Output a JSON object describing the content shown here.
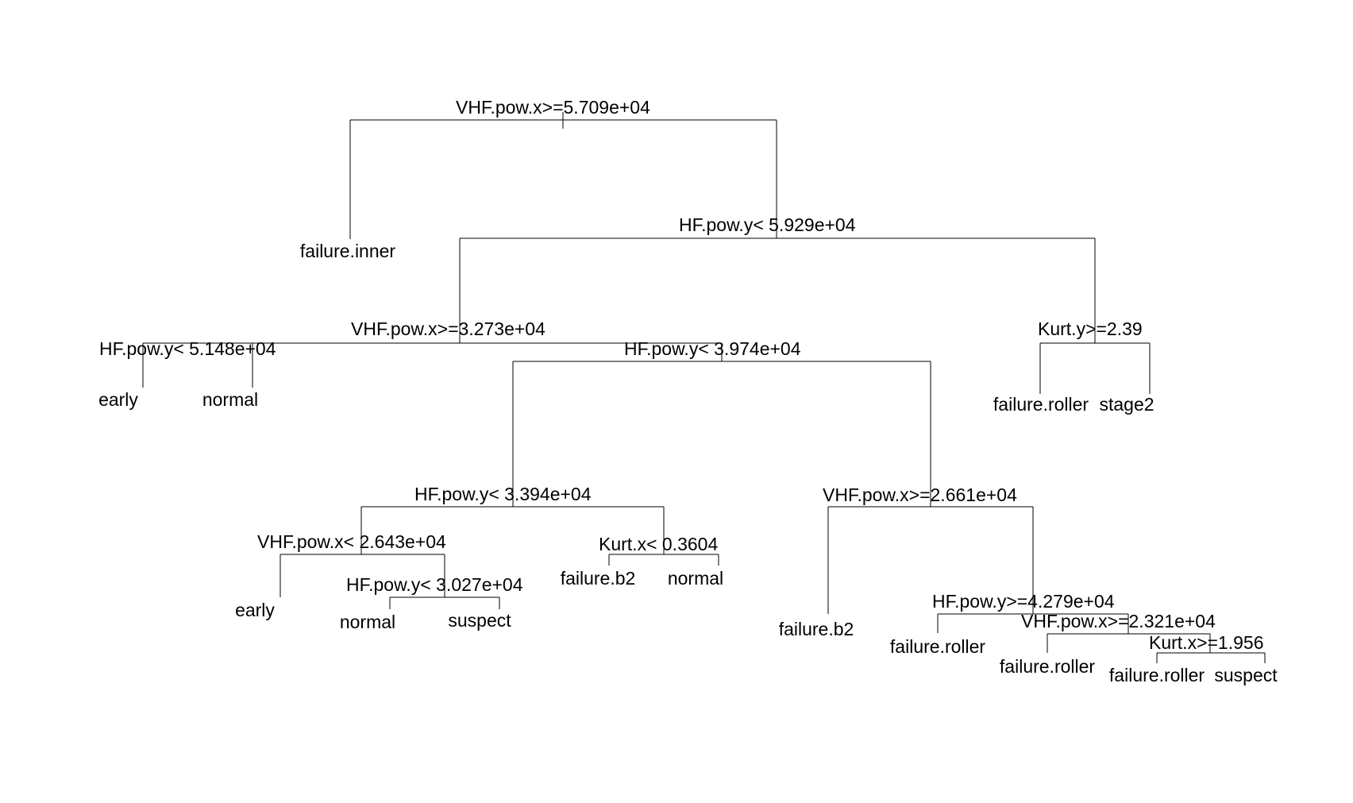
{
  "tree": {
    "splits": [
      {
        "id": "s1",
        "label": "VHF.pow.x>=5.709e+04"
      },
      {
        "id": "s2",
        "label": "HF.pow.y< 5.929e+04"
      },
      {
        "id": "s3",
        "label": "VHF.pow.x>=3.273e+04"
      },
      {
        "id": "s4",
        "label": "Kurt.y>=2.39"
      },
      {
        "id": "s5",
        "label": "HF.pow.y< 5.148e+04"
      },
      {
        "id": "s6",
        "label": "HF.pow.y< 3.974e+04"
      },
      {
        "id": "s7",
        "label": "HF.pow.y< 3.394e+04"
      },
      {
        "id": "s8",
        "label": "VHF.pow.x>=2.661e+04"
      },
      {
        "id": "s9",
        "label": "VHF.pow.x< 2.643e+04"
      },
      {
        "id": "s10",
        "label": "Kurt.x< 0.3604"
      },
      {
        "id": "s11",
        "label": "HF.pow.y< 3.027e+04"
      },
      {
        "id": "s12",
        "label": "HF.pow.y>=4.279e+04"
      },
      {
        "id": "s13",
        "label": "VHF.pow.x>=2.321e+04"
      },
      {
        "id": "s14",
        "label": "Kurt.x>=1.956"
      }
    ],
    "leaves": [
      {
        "id": "l1",
        "label": "failure.inner"
      },
      {
        "id": "l2",
        "label": "failure.roller"
      },
      {
        "id": "l3",
        "label": "stage2"
      },
      {
        "id": "l4",
        "label": "early"
      },
      {
        "id": "l5",
        "label": "normal"
      },
      {
        "id": "l6",
        "label": "early"
      },
      {
        "id": "l7",
        "label": "normal"
      },
      {
        "id": "l8",
        "label": "suspect"
      },
      {
        "id": "l9",
        "label": "failure.b2"
      },
      {
        "id": "l10",
        "label": "normal"
      },
      {
        "id": "l11",
        "label": "failure.b2"
      },
      {
        "id": "l12",
        "label": "failure.roller"
      },
      {
        "id": "l13",
        "label": "failure.roller"
      },
      {
        "id": "l14",
        "label": "failure.roller"
      },
      {
        "id": "l15",
        "label": "suspect"
      }
    ]
  }
}
